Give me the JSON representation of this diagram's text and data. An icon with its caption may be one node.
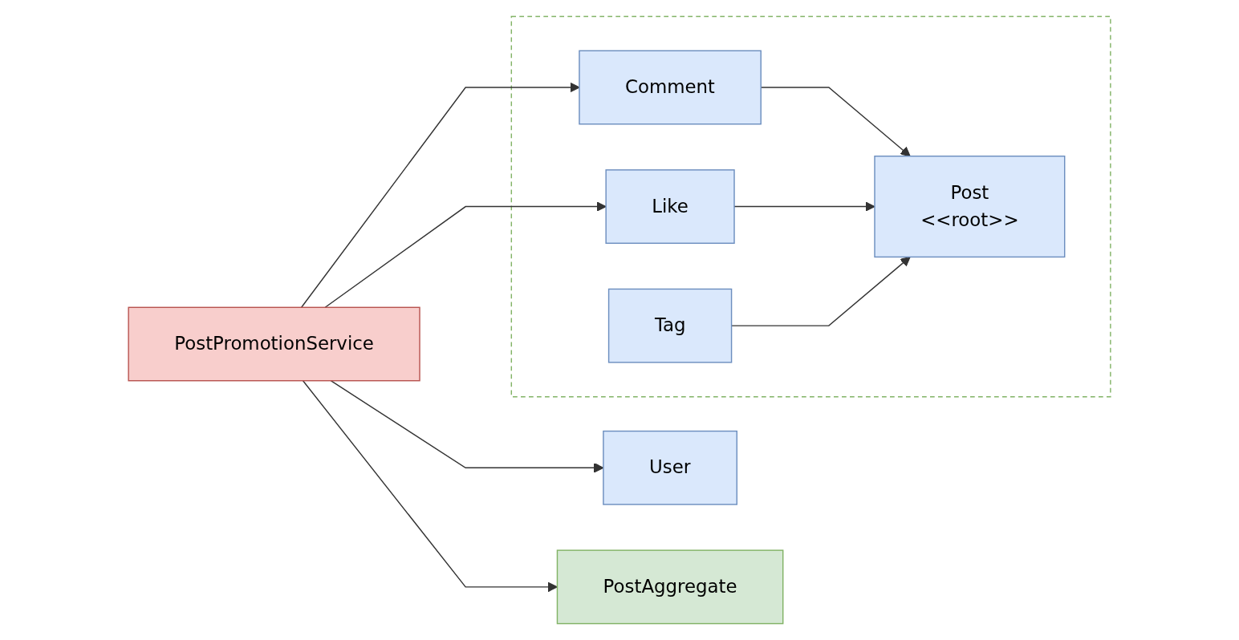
{
  "diagram": {
    "nodes": [
      {
        "text": [
          "PostPromotionService"
        ]
      },
      {
        "text": [
          "User"
        ]
      },
      {
        "text": [],
        "shape": "box"
      },
      {
        "text": [
          "PostAggregate"
        ]
      },
      {
        "text": [
          "Comment"
        ],
        "in": 2
      },
      {
        "text": [
          "Post",
          "<<root>>"
        ],
        "in": 2
      },
      {
        "text": [
          "Like"
        ],
        "in": 2
      },
      {
        "text": [
          "Tag"
        ],
        "in": 2
      }
    ],
    "edges": [
      {
        "from": 0,
        "to": 1,
        "arrow": "to"
      },
      {
        "from": 0,
        "to": 3,
        "arrow": "to"
      },
      {
        "from": 0,
        "to": 4,
        "arrow": "to"
      },
      {
        "from": 0,
        "to": 6,
        "arrow": "to"
      },
      {
        "from": 4,
        "to": 5,
        "arrow": "to"
      },
      {
        "from": 6,
        "to": 5,
        "arrow": "to"
      },
      {
        "from": 7,
        "to": 5,
        "arrow": "to"
      }
    ]
  }
}
